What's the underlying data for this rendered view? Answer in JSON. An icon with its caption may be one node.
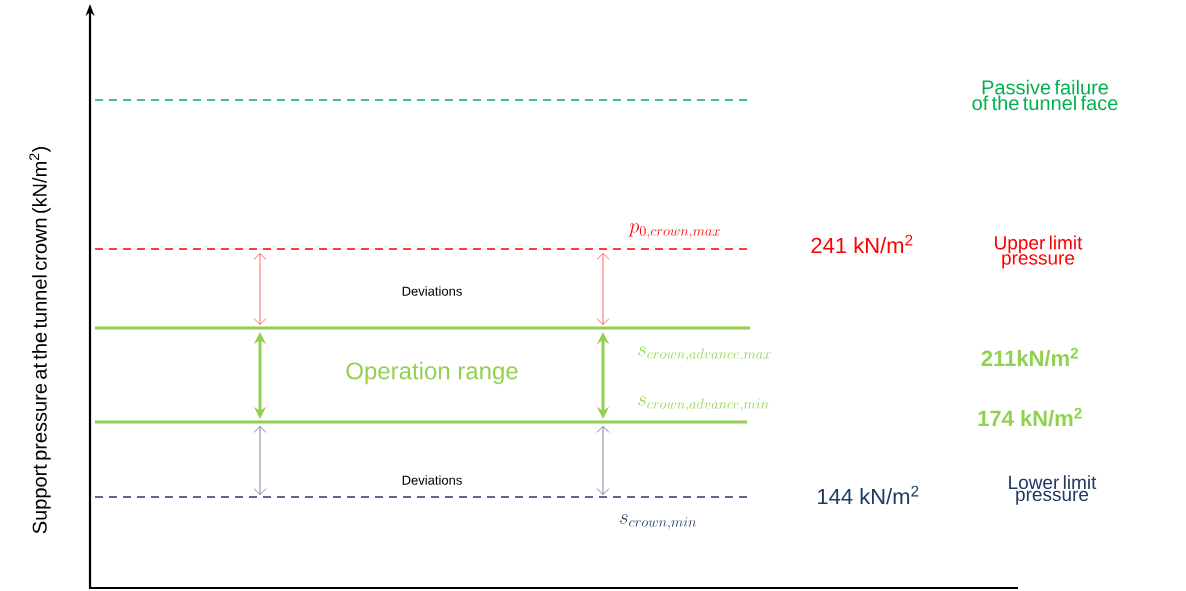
{
  "diagram": {
    "labels": [
      "Passive failure of the tunnel face",
      "p_{0,crown,max}",
      "241 kN/m$^{2}$",
      "Upper limit pressure",
      "Deviations",
      "Operation range",
      "s_{crown,advance,max}",
      "211kN/m$^{2}$",
      "s_{crown,advance,min}",
      "174 kN/m$^{2}$",
      "Deviations",
      "Lower limit pressure",
      "144 kN/m$^{2}$",
      "s_{crown,min}",
      "Support pressure at the tunnel crown (kN/m$^{2}$)"
    ]
  }
}
